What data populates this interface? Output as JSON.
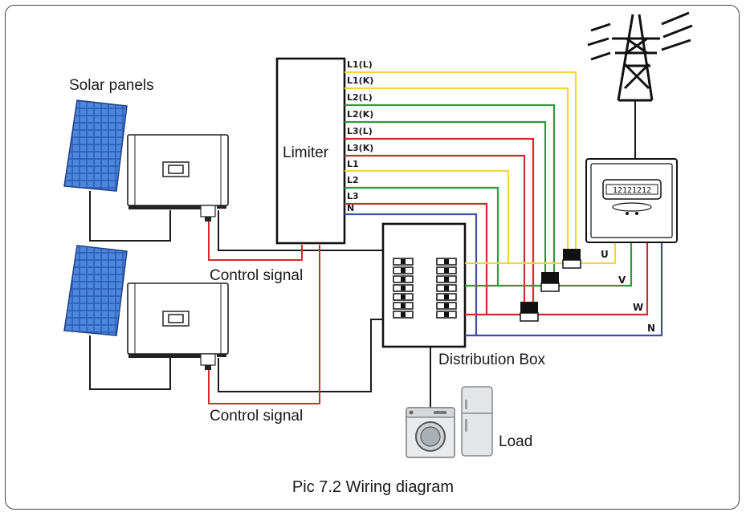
{
  "labels": {
    "solar_panels": "Solar panels",
    "limiter": "Limiter",
    "control_signal_1": "Control signal",
    "control_signal_2": "Control signal",
    "distribution_box": "Distribution Box",
    "load": "Load",
    "caption": "Pic 7.2 Wiring diagram"
  },
  "limiter_terminals": [
    "L1(L)",
    "L1(K)",
    "L2(L)",
    "L2(K)",
    "L3(L)",
    "L3(K)",
    "L1",
    "L2",
    "L3",
    "N"
  ],
  "meter": {
    "reading": "12121212"
  },
  "phases": [
    "U",
    "V",
    "W",
    "N"
  ],
  "colors": {
    "l1": "#f2d640",
    "l2": "#2e9a3e",
    "l3": "#d62a2a",
    "neutral": "#3b4fa8",
    "wire": "#1a1a1a",
    "panel": "#2b5fb8"
  },
  "icons": [
    "solar-panel-icon",
    "inverter-icon",
    "transmission-tower-icon",
    "energy-meter-icon",
    "washing-machine-icon",
    "refrigerator-icon",
    "current-transformer-icon"
  ]
}
